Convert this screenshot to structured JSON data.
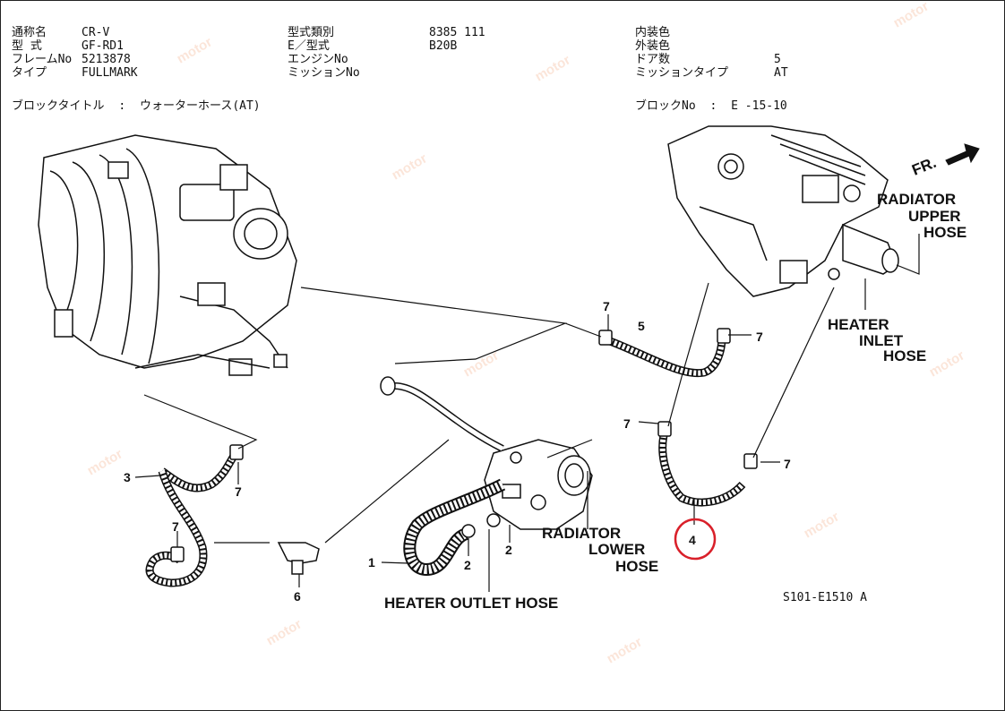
{
  "header": {
    "col1": [
      {
        "key": "通称名",
        "value": "CR-V"
      },
      {
        "key": "型 式",
        "value": "GF-RD1"
      },
      {
        "key": "フレームNo",
        "value": "5213878"
      },
      {
        "key": "タイプ",
        "value": "FULLMARK"
      }
    ],
    "col2": [
      {
        "key": "型式類別",
        "value": "8385  111"
      },
      {
        "key": "E／型式",
        "value": "B20B"
      },
      {
        "key": "エンジンNo",
        "value": ""
      },
      {
        "key": "ミッションNo",
        "value": ""
      }
    ],
    "col3": [
      {
        "key": "内装色",
        "value": ""
      },
      {
        "key": "外装色",
        "value": ""
      },
      {
        "key": "ドア数",
        "value": "5"
      },
      {
        "key": "ミッションタイプ",
        "value": "AT"
      }
    ],
    "block_title_label": "ブロックタイトル",
    "block_title_value": "ウォーターホース(AT)",
    "block_no_label": "ブロックNo",
    "block_no_value": "E -15-10"
  },
  "labels": {
    "radiator_upper_1": "RADIATOR",
    "radiator_upper_2": "UPPER",
    "radiator_upper_3": "HOSE",
    "heater_inlet_1": "HEATER",
    "heater_inlet_2": "INLET",
    "heater_inlet_3": "HOSE",
    "radiator_lower_1": "RADIATOR",
    "radiator_lower_2": "LOWER",
    "radiator_lower_3": "HOSE",
    "heater_outlet": "HEATER OUTLET HOSE",
    "fr": "FR."
  },
  "callouts": {
    "n1": "1",
    "n2a": "2",
    "n2b": "2",
    "n3": "3",
    "n4": "4",
    "n5": "5",
    "n6": "6",
    "n7a": "7",
    "n7b": "7",
    "n7c": "7",
    "n7d": "7",
    "n7e": "7",
    "n7f": "7"
  },
  "diagram_code": "S101-E1510 A",
  "watermark": "motor",
  "colors": {
    "highlight_circle": "#d9202a",
    "line": "#111111",
    "watermark": "#f4a47a"
  }
}
